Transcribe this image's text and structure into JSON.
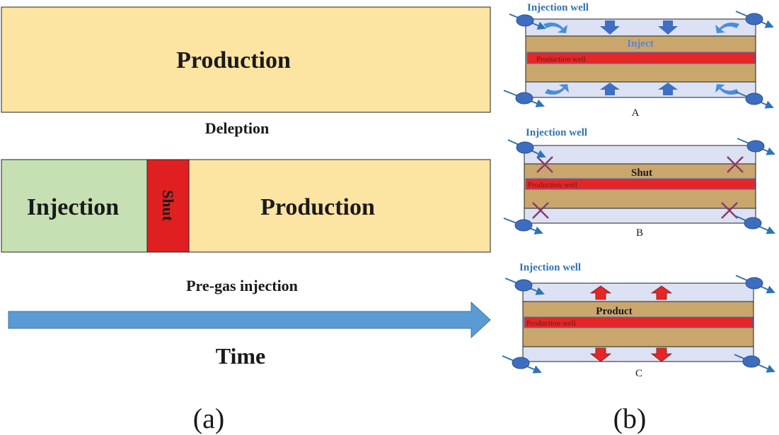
{
  "panel_a": {
    "top_bar_label": "Production",
    "depletion_label": "Deleption",
    "injection_label": "Injection",
    "shut_label": "Shut",
    "production_label": "Production",
    "pregas_label": "Pre-gas injection",
    "time_label": "Time",
    "caption": "(a)"
  },
  "panel_b": {
    "caption": "(b)",
    "scenario_a": {
      "well_label": "Injection well",
      "action_label": "Inject",
      "production_well_label": "Production well",
      "caption": "A"
    },
    "scenario_b": {
      "well_label": "Injection well",
      "action_label": "Shut",
      "production_well_label": "Production well",
      "caption": "B"
    },
    "scenario_c": {
      "well_label": "Injection well",
      "action_label": "Product",
      "production_well_label": "Production well",
      "caption": "C"
    }
  },
  "colors": {
    "production_fill": "#FCE4A2",
    "injection_fill": "#C6E0B4",
    "shut_fill": "#E02020",
    "time_arrow": "#5B9BD5",
    "reservoir_sand": "#C9A76C",
    "reservoir_gas": "#DCE1F4",
    "production_well": "#E52626",
    "injection_well_icon": "#3E6DC0",
    "blue_arrow": "#3F6FC2",
    "red_arrow": "#E52626",
    "label_blue": "#2E74B5"
  }
}
